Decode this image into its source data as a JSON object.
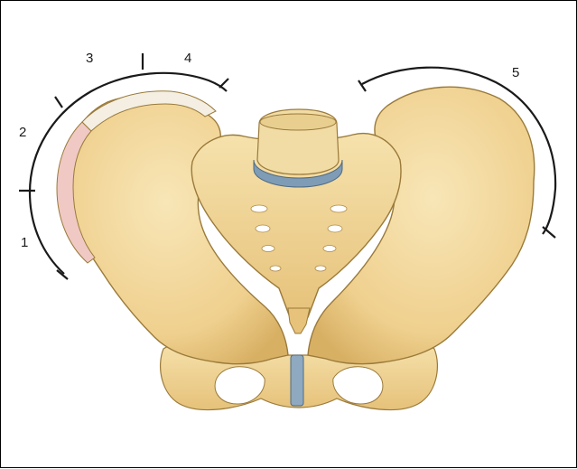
{
  "figure": {
    "labels": [
      {
        "id": "1",
        "text": "1"
      },
      {
        "id": "2",
        "text": "2"
      },
      {
        "id": "3",
        "text": "3"
      },
      {
        "id": "4",
        "text": "4"
      },
      {
        "id": "5",
        "text": "5"
      }
    ],
    "colors": {
      "bone": "#f1d79b",
      "bone_shadow": "#d9b56a",
      "bone_outline": "#9a7a3a",
      "cartilage": "#7f9cb6",
      "crest_pink": "#f0c9c4",
      "crest_white": "#f4efe2",
      "arc_stroke": "#1a1a1a"
    }
  }
}
